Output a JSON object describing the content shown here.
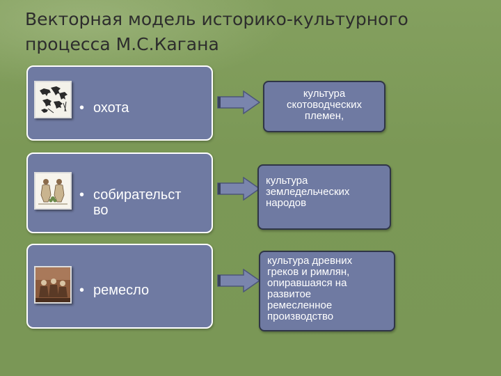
{
  "title": {
    "line1": "Векторная модель историко-культурного",
    "line2": "процесса М.С.Кагана"
  },
  "rows": [
    {
      "activity": "охота",
      "image_icon": "cave-painting-icon",
      "result": "культура скотоводческих племен,"
    },
    {
      "activity": "собирательст во",
      "image_icon": "gatherers-drawing-icon",
      "result": "культура земледельческих народов"
    },
    {
      "activity": "ремесло",
      "image_icon": "ancient-fresco-icon",
      "result": "культура древних греков и римлян, опиравшаяся на развитое ремесленное производство"
    }
  ],
  "bullet_symbol": "•",
  "colors": {
    "background": "#7e9a59",
    "box": "#6f7aa2",
    "arrow": "#7a85ad",
    "title": "#2d2d2d"
  }
}
